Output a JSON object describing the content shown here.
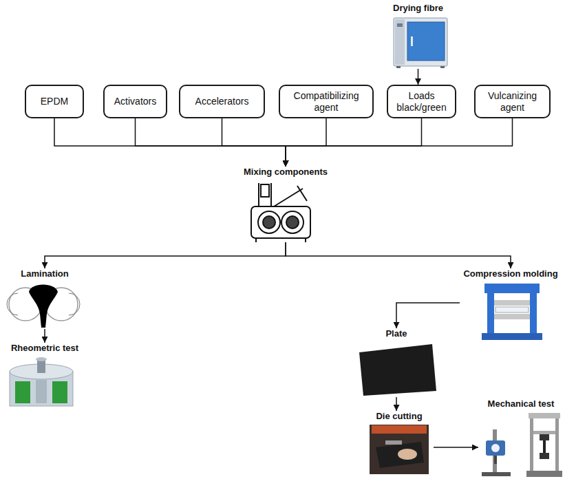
{
  "diagram": {
    "nodes": [
      {
        "text": [
          "Drying fibre"
        ]
      },
      {
        "text": [
          "EPDM"
        ]
      },
      {
        "text": [
          "Activators"
        ]
      },
      {
        "text": [
          "Accelerators"
        ]
      },
      {
        "text": [
          "Compatibilizing agent"
        ]
      },
      {
        "text": [
          "Loads black/green"
        ]
      },
      {
        "text": [
          "Vulcanizing agent"
        ]
      },
      {
        "text": [
          "Mixing components"
        ]
      },
      {
        "text": [
          "Lamination"
        ]
      },
      {
        "text": [
          "Rheometric test"
        ]
      },
      {
        "text": [
          "Compression molding"
        ]
      },
      {
        "text": [
          "Plate"
        ]
      },
      {
        "text": [
          "Die cutting"
        ]
      },
      {
        "text": [
          "Mechanical test"
        ]
      }
    ],
    "edges": [
      {
        "from": 0,
        "to": 5,
        "arrow": "to"
      },
      {
        "from": 1,
        "to": 7,
        "arrow": "to"
      },
      {
        "from": 2,
        "to": 7,
        "arrow": "to"
      },
      {
        "from": 3,
        "to": 7,
        "arrow": "to"
      },
      {
        "from": 4,
        "to": 7,
        "arrow": "to"
      },
      {
        "from": 5,
        "to": 7,
        "arrow": "to"
      },
      {
        "from": 6,
        "to": 7,
        "arrow": "to"
      },
      {
        "from": 7,
        "to": 8,
        "arrow": "to"
      },
      {
        "from": 7,
        "to": 10,
        "arrow": "to"
      },
      {
        "from": 8,
        "to": 9,
        "arrow": "to"
      },
      {
        "from": 10,
        "to": 11,
        "arrow": "to"
      },
      {
        "from": 11,
        "to": 12,
        "arrow": "to"
      },
      {
        "from": 12,
        "to": 13,
        "arrow": "to"
      }
    ]
  }
}
